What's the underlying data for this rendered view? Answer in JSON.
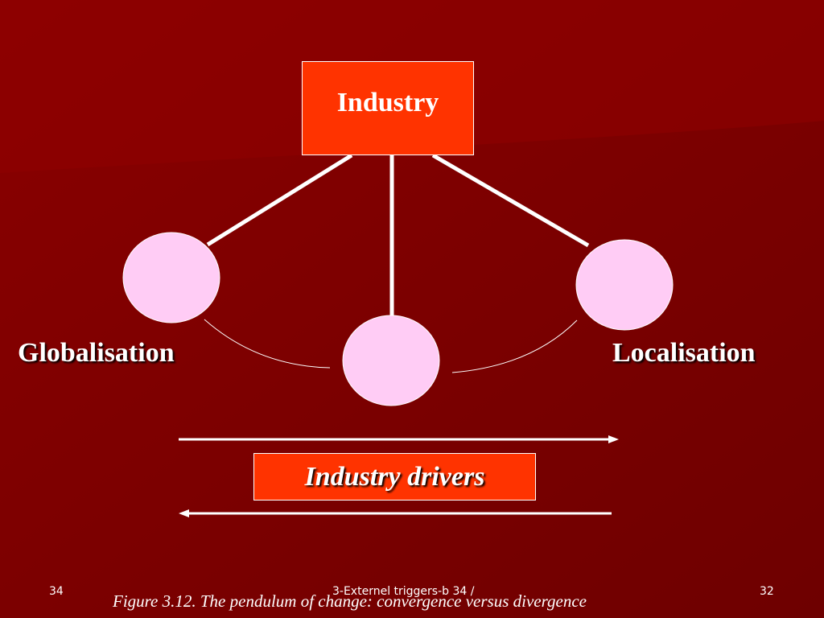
{
  "diagram": {
    "top_box": "Industry",
    "left_label": "Globalisation",
    "right_label": "Localisation",
    "drivers_box": "Industry drivers",
    "caption": "Figure 3.12. The pendulum of change: convergence versus divergence"
  },
  "footer": {
    "left": "34",
    "center": "3-Externel triggers-b  34 /",
    "right": "32"
  },
  "colors": {
    "background": "#7a0000",
    "box": "#ff3300",
    "circle": "#ffccf5",
    "text": "#ffffff"
  }
}
